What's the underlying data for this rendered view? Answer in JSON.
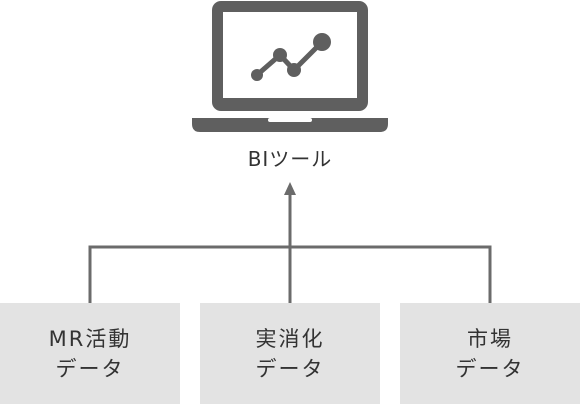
{
  "tool": {
    "label": "BIツール",
    "icon": "laptop-chart-icon"
  },
  "sources": [
    {
      "line1": "MR活動",
      "line2": "データ"
    },
    {
      "line1": "実消化",
      "line2": "データ"
    },
    {
      "line1": "市場",
      "line2": "データ"
    }
  ],
  "colors": {
    "icon": "#5f5f5f",
    "line": "#6b6b6b",
    "box": "#e3e3e3",
    "text": "#333333"
  }
}
